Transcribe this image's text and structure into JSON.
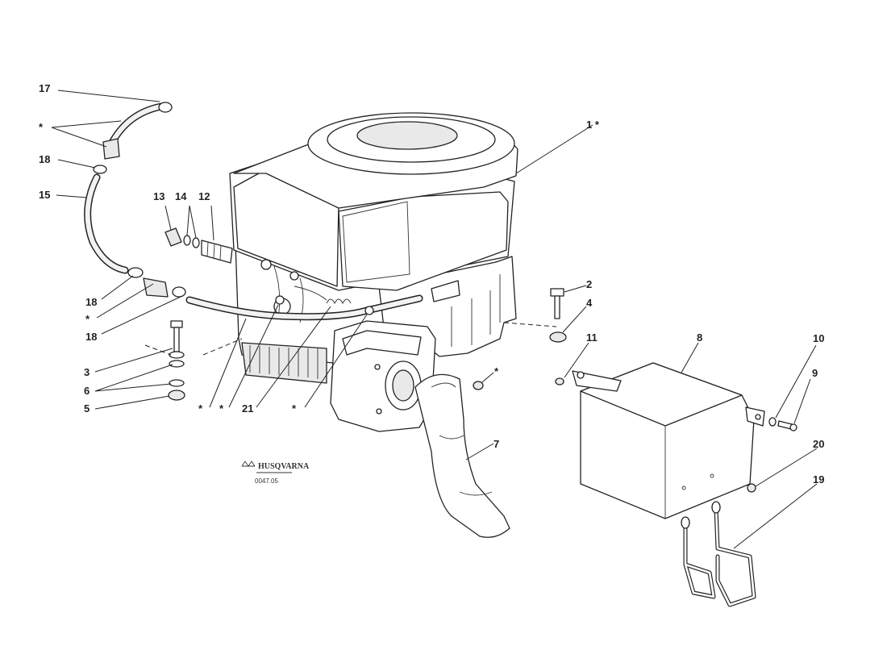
{
  "callouts": {
    "c17": "17",
    "c_star_top": "*",
    "c18_top": "18",
    "c15": "15",
    "c18_mid": "18",
    "c_star_left": "*",
    "c18_low": "18",
    "c13": "13",
    "c14": "14",
    "c12": "12",
    "c3": "3",
    "c6": "6",
    "c5": "5",
    "c_star_b1": "*",
    "c_star_b2": "*",
    "c21": "21",
    "c_star_b3": "*",
    "c1": "1 *",
    "c2": "2",
    "c4": "4",
    "c11": "11",
    "c_star_nut": "*",
    "c8": "8",
    "c7": "7",
    "c10": "10",
    "c9": "9",
    "c20": "20",
    "c19": "19"
  },
  "logo": {
    "brand": "HUSQVARNA",
    "code": "0047.05"
  }
}
